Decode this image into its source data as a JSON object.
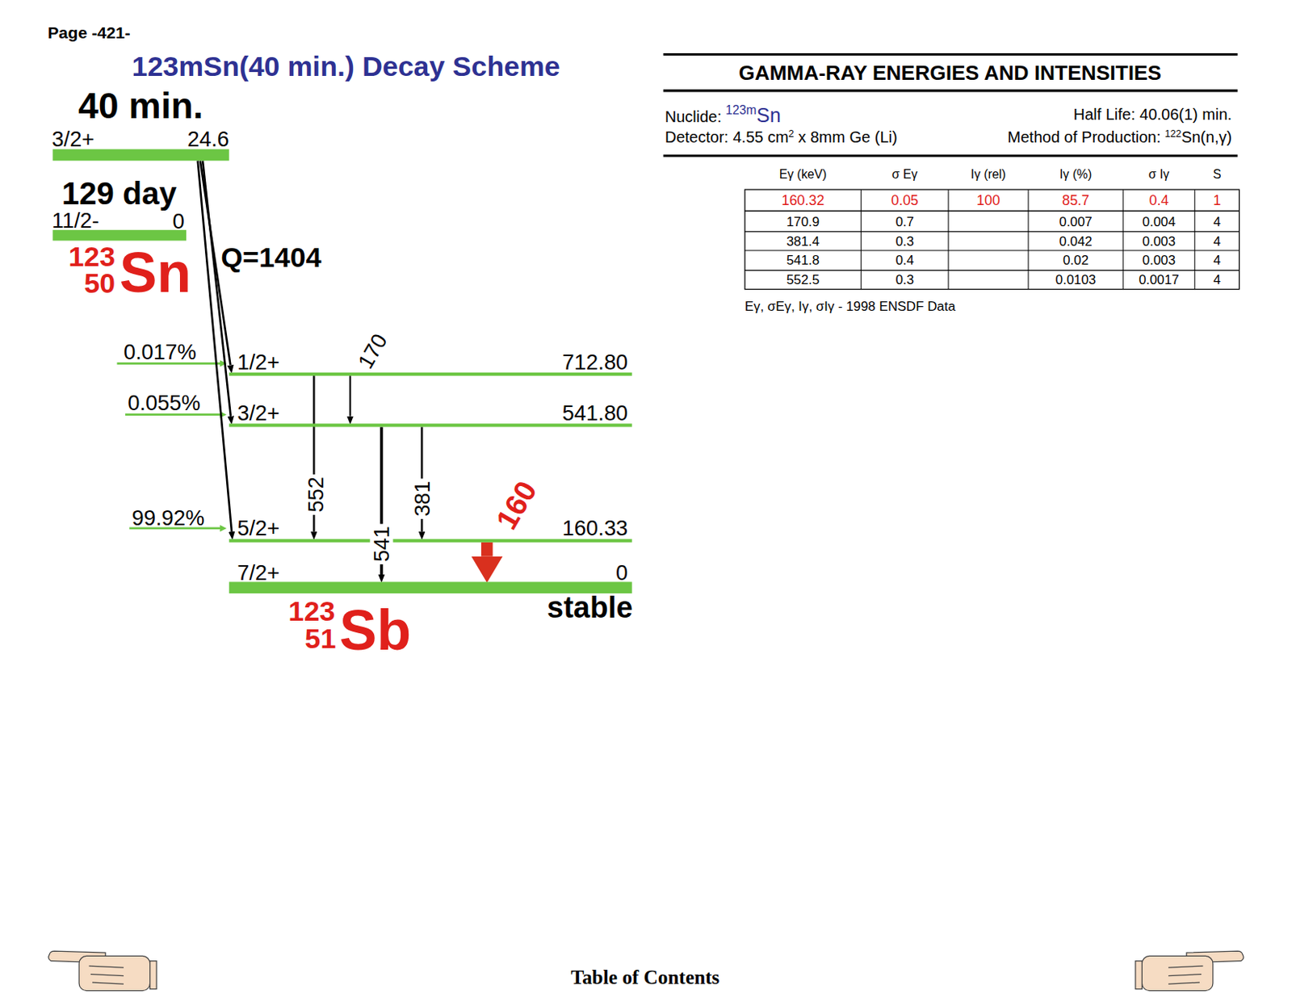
{
  "diagram": {
    "title": "123mSn(40 min.) Decay Scheme",
    "nodes": [
      {
        "text": [
          "40 min.",
          "3/2+",
          "24.6"
        ]
      },
      {
        "text": [
          "129 day",
          "11/2-",
          "0"
        ]
      },
      {
        "text": [
          "1/2+",
          "712.80"
        ]
      },
      {
        "text": [
          "3/2+",
          "541.80"
        ]
      },
      {
        "text": [
          "5/2+",
          "160.33"
        ]
      },
      {
        "text": [
          "7/2+",
          "0",
          "stable"
        ]
      }
    ],
    "edges": [
      {
        "from": 0,
        "to": 2,
        "arrow": "to"
      },
      {
        "from": 0,
        "to": 3,
        "arrow": "to"
      },
      {
        "from": 0,
        "to": 4,
        "arrow": "to"
      },
      {
        "from": 2,
        "to": 3,
        "label": "170",
        "arrow": "to"
      },
      {
        "from": 2,
        "to": 4,
        "label": "552",
        "arrow": "to"
      },
      {
        "from": 3,
        "to": 5,
        "label": "541",
        "arrow": "to"
      },
      {
        "from": 3,
        "to": 4,
        "label": "381",
        "arrow": "to"
      },
      {
        "from": 4,
        "to": 5,
        "label": "160",
        "arrow": "to"
      }
    ],
    "labels": [
      "Page -421-",
      "123",
      "50",
      "Sn",
      "Q=1404",
      "0.017%",
      "0.055%",
      "99.92%",
      "123",
      "51",
      "Sb",
      "GAMMA-RAY ENERGIES AND INTENSITIES",
      "Nuclide:",
      "123m",
      "Sn",
      "Half Life: 40.06(1) min.",
      "Detector: 4.55 cm",
      "2",
      "x 8mm Ge (Li)",
      "Method of Production:",
      "122",
      "Sn(n,γ)",
      "Eγ (keV)",
      "σ Eγ",
      "Iγ (rel)",
      "Iγ (%)",
      "σ Iγ",
      "S",
      "160.32",
      "0.05",
      "100",
      "85.7",
      "0.4",
      "1",
      "170.9",
      "0.7",
      "0.007",
      "0.004",
      "4",
      "381.4",
      "0.3",
      "0.042",
      "0.003",
      "4",
      "541.8",
      "0.4",
      "0.02",
      "0.003",
      "4",
      "552.5",
      "0.3",
      "0.0103",
      "0.0017",
      "4",
      "Eγ, σEγ, Iγ, σIγ - 1998 ENSDF Data",
      "Table of Contents"
    ]
  }
}
